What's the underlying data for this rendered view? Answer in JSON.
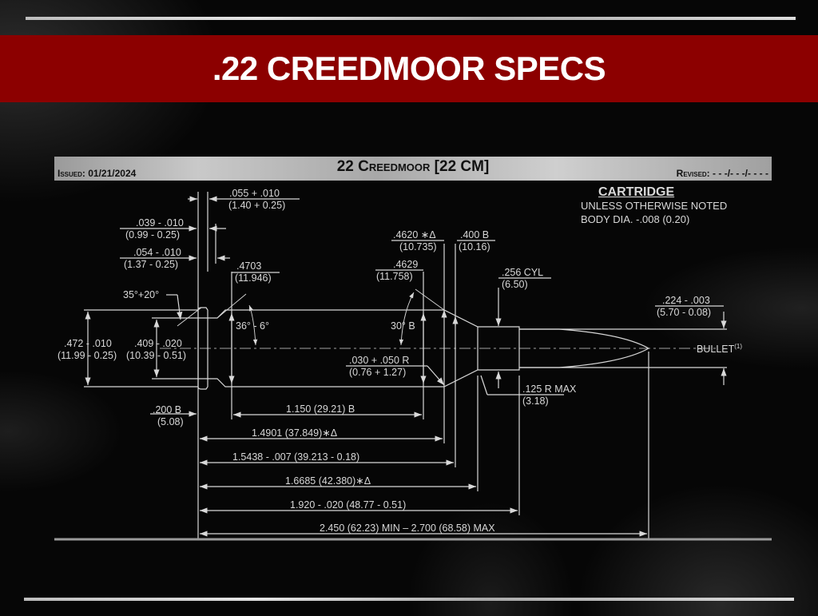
{
  "slide": {
    "title": ".22 CREEDMOOR SPECS",
    "colors": {
      "title_band": "#8c0000",
      "background": "#050505",
      "line": "#d8d8d8"
    }
  },
  "spec_sheet": {
    "issued_label": "Issued:",
    "issued_date": "01/21/2024",
    "cartridge_name": "22 Creedmoor [22 CM]",
    "revised_label": "Revised:",
    "revised_date": "- - -/- - -/- - - -"
  },
  "legend": {
    "heading": "CARTRIDGE",
    "line1": "UNLESS OTHERWISE NOTED",
    "line2": "BODY DIA. -.008 (0.20)"
  },
  "dimensions": {
    "rim_thickness": {
      "in": ".055 + .010",
      "mm": "(1.40 + 0.25)"
    },
    "rebate_width": {
      "in": ".039 - .010",
      "mm": "(0.99 - 0.25)"
    },
    "extractor_groove": {
      "in": ".054 - .010",
      "mm": "(1.37 - 0.25)"
    },
    "base_dia": {
      "in": ".4703",
      "mm": "(11.946)"
    },
    "rim_bevel": {
      "text": "35°+20°"
    },
    "rim_dia": {
      "in": ".472 - .010",
      "mm": "(11.99 - 0.25)"
    },
    "groove_dia": {
      "in": ".409 - .020",
      "mm": "(10.39 - 0.51)"
    },
    "groove_angle": {
      "text": "36° - 6°"
    },
    "shoulder_dia_a": {
      "in": ".4620 ∗Δ",
      "mm": "(10.735)"
    },
    "neck_start": {
      "in": ".400 B",
      "mm": "(10.16)"
    },
    "shoulder_dia_b": {
      "in": ".4629",
      "mm": "(11.758)"
    },
    "shoulder_angle": {
      "text": "30° B"
    },
    "neck_dia": {
      "in": ".256 CYL",
      "mm": "(6.50)"
    },
    "shoulder_radius": {
      "in": ".030 + .050 R",
      "mm": "(0.76 + 1.27)"
    },
    "neck_radius": {
      "in": ".125 R MAX",
      "mm": "(3.18)"
    },
    "bullet_dia": {
      "in": ".224 - .003",
      "mm": "(5.70 - 0.08)"
    },
    "bullet_label": "BULLET",
    "bullet_note": "(1)",
    "head_to_base": {
      "in": ".200 B",
      "mm": "(5.08)"
    },
    "len_body": "1.150 (29.21) B",
    "len_shoulder_a": "1.4901 (37.849)∗Δ",
    "len_shoulder_b": "1.5438 - .007 (39.213 - 0.18)",
    "len_neck": "1.6685 (42.380)∗Δ",
    "len_case": "1.920 - .020 (48.77 - 0.51)",
    "len_overall": "2.450 (62.23) MIN – 2.700 (68.58) MAX"
  }
}
